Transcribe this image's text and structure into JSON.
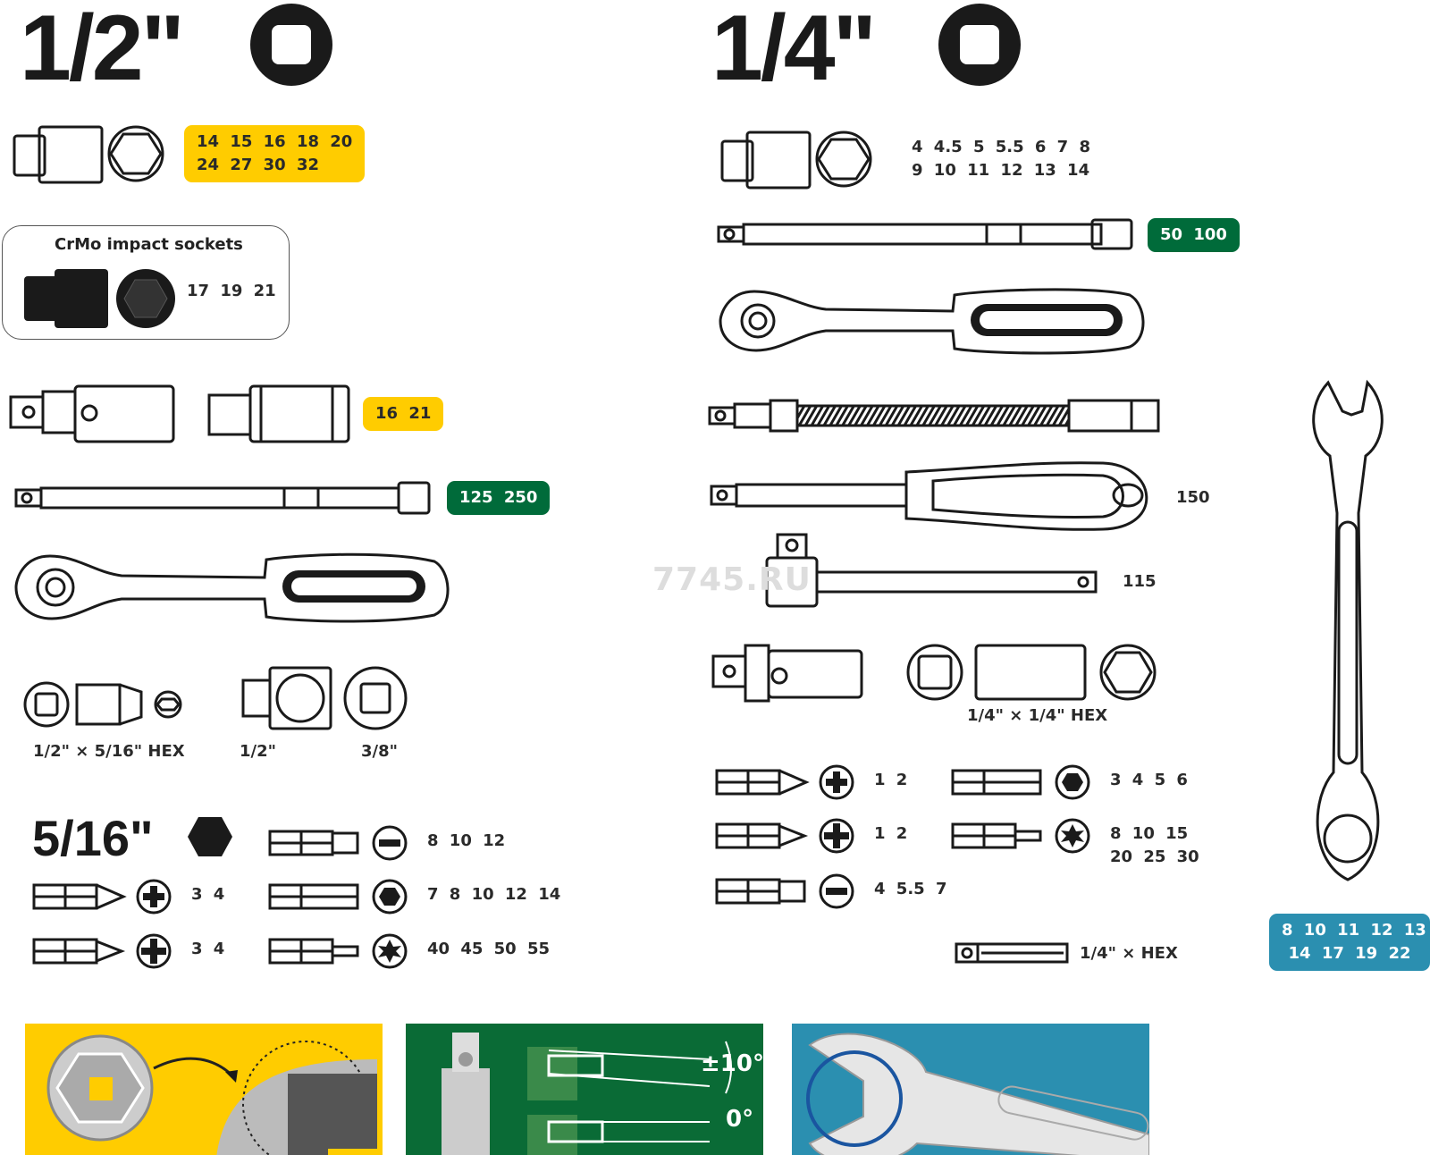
{
  "half_inch": {
    "title": "1/2\"",
    "drive_icon": "square-drive-icon",
    "sockets": "14 15 16 18 20\n24 27 30 32",
    "impact": {
      "title": "CrMo impact sockets",
      "sizes": "17 19 21"
    },
    "deep_sockets": "16 21",
    "extensions": "125 250",
    "adapter_hex_label": "1/2\" × 5/16\" HEX",
    "adapter_label_a": "1/2\"",
    "adapter_label_b": "3/8\""
  },
  "five_sixteenth": {
    "title": "5/16\"",
    "drive_icon": "hex-drive-icon",
    "bits": [
      {
        "icon": "slotted-icon",
        "sizes": "8 10 12"
      },
      {
        "icon": "phillips-icon",
        "sizes": "3 4"
      },
      {
        "icon": "hex-icon",
        "sizes": "7 8 10 12 14"
      },
      {
        "icon": "pozidriv-icon",
        "sizes": "3 4"
      },
      {
        "icon": "torx-icon",
        "sizes": "40 45 50 55"
      }
    ]
  },
  "quarter_inch": {
    "title": "1/4\"",
    "drive_icon": "square-drive-icon",
    "sockets": "4 4.5 5 5.5 6 7 8\n9 10 11 12 13 14",
    "extensions": "50 100",
    "screwdriver_handle": "150",
    "t_bar": "115",
    "adapter_label": "1/4\" × 1/4\" HEX",
    "bits": [
      {
        "icon": "phillips-icon",
        "sizes": "1 2"
      },
      {
        "icon": "hex-icon",
        "sizes": "3 4 5 6"
      },
      {
        "icon": "pozidriv-icon",
        "sizes": "1 2"
      },
      {
        "icon": "torx-icon",
        "sizes": "8 10 15\n20 25 30"
      },
      {
        "icon": "slotted-icon",
        "sizes": "4 5.5 7"
      }
    ],
    "bit_holder": "1/4\" × HEX"
  },
  "wrenches": {
    "sizes": "8 10 11 12 13\n14 17 19 22"
  },
  "features": {
    "angle_a": "±10°",
    "angle_b": "0°"
  },
  "watermark": "7745.RU",
  "colors": {
    "yellow": "#ffcc00",
    "green": "#006b3a",
    "teal": "#2b8fb0"
  }
}
